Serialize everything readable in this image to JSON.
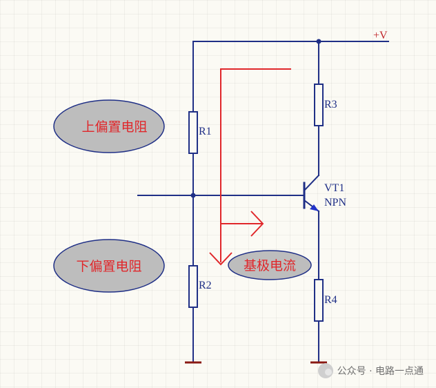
{
  "supply_label": "+V",
  "resistors": {
    "r1": "R1",
    "r2": "R2",
    "r3": "R3",
    "r4": "R4"
  },
  "transistor": {
    "name": "VT1",
    "type": "NPN"
  },
  "callouts": {
    "upper_bias": "上偏置电阻",
    "lower_bias": "下偏置电阻",
    "base_current": "基极电流"
  },
  "colors": {
    "wire": "#1f2f86",
    "annotation": "#e0262a",
    "ground": "#8a1a14",
    "callout_fill": "#bdbdbd"
  },
  "watermark": "公众号 · 电路一点通"
}
